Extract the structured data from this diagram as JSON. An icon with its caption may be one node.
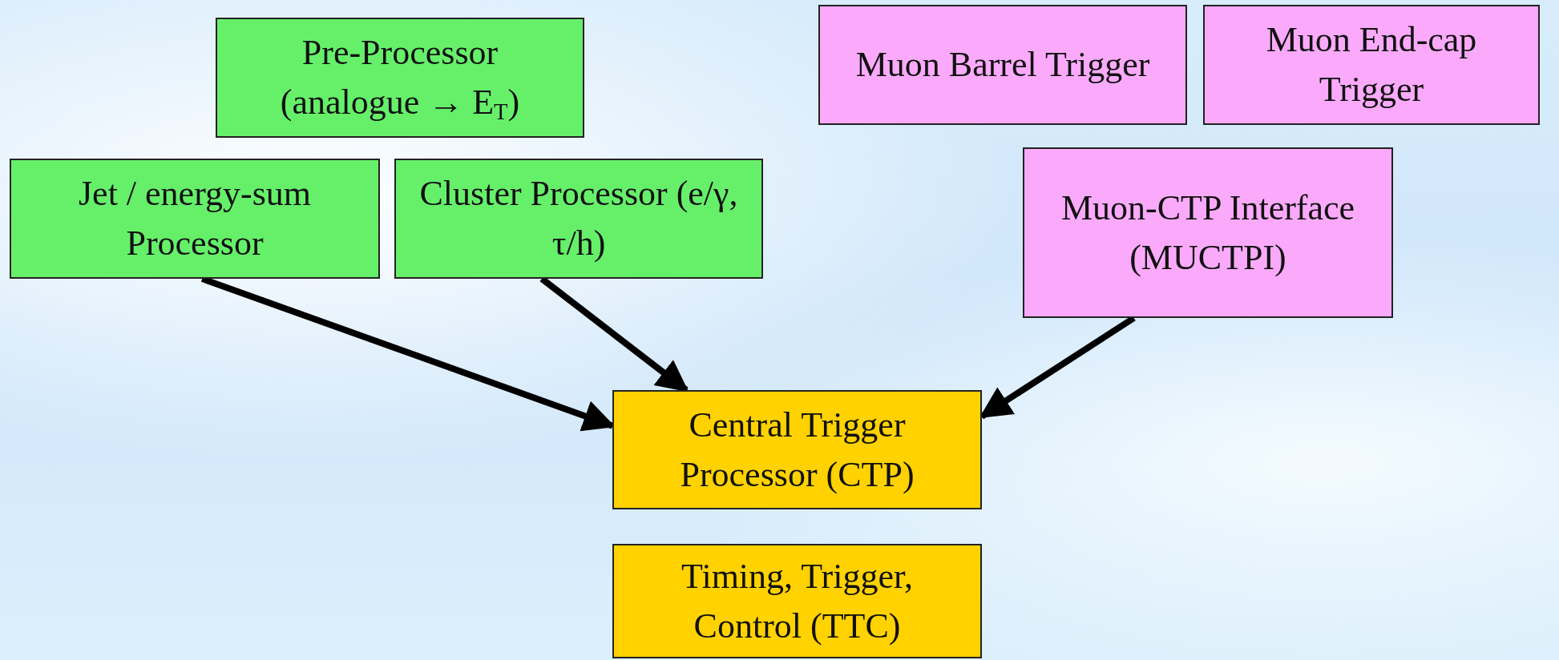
{
  "diagram": {
    "nodes": [
      {
        "text": [
          "Pre-Processor (analogue → E$_{T}$)"
        ]
      },
      {
        "text": [
          "Jet / energy-sum Processor"
        ]
      },
      {
        "text": [
          "Cluster Processor (e/γ, τ/h)"
        ]
      },
      {
        "text": [
          "Muon Barrel Trigger"
        ]
      },
      {
        "text": [
          "Muon End-cap Trigger"
        ]
      },
      {
        "text": [
          "Muon-CTP Interface (MUCTPI)"
        ]
      },
      {
        "text": [
          "Central Trigger Processor (CTP)"
        ]
      },
      {
        "text": [
          "Timing, Trigger, Control (TTC)"
        ]
      }
    ],
    "edges": [
      {
        "from": 1,
        "to": 6,
        "arrow": "to"
      },
      {
        "from": 2,
        "to": 6,
        "arrow": "to"
      },
      {
        "from": 5,
        "to": 6,
        "arrow": "to"
      }
    ]
  }
}
